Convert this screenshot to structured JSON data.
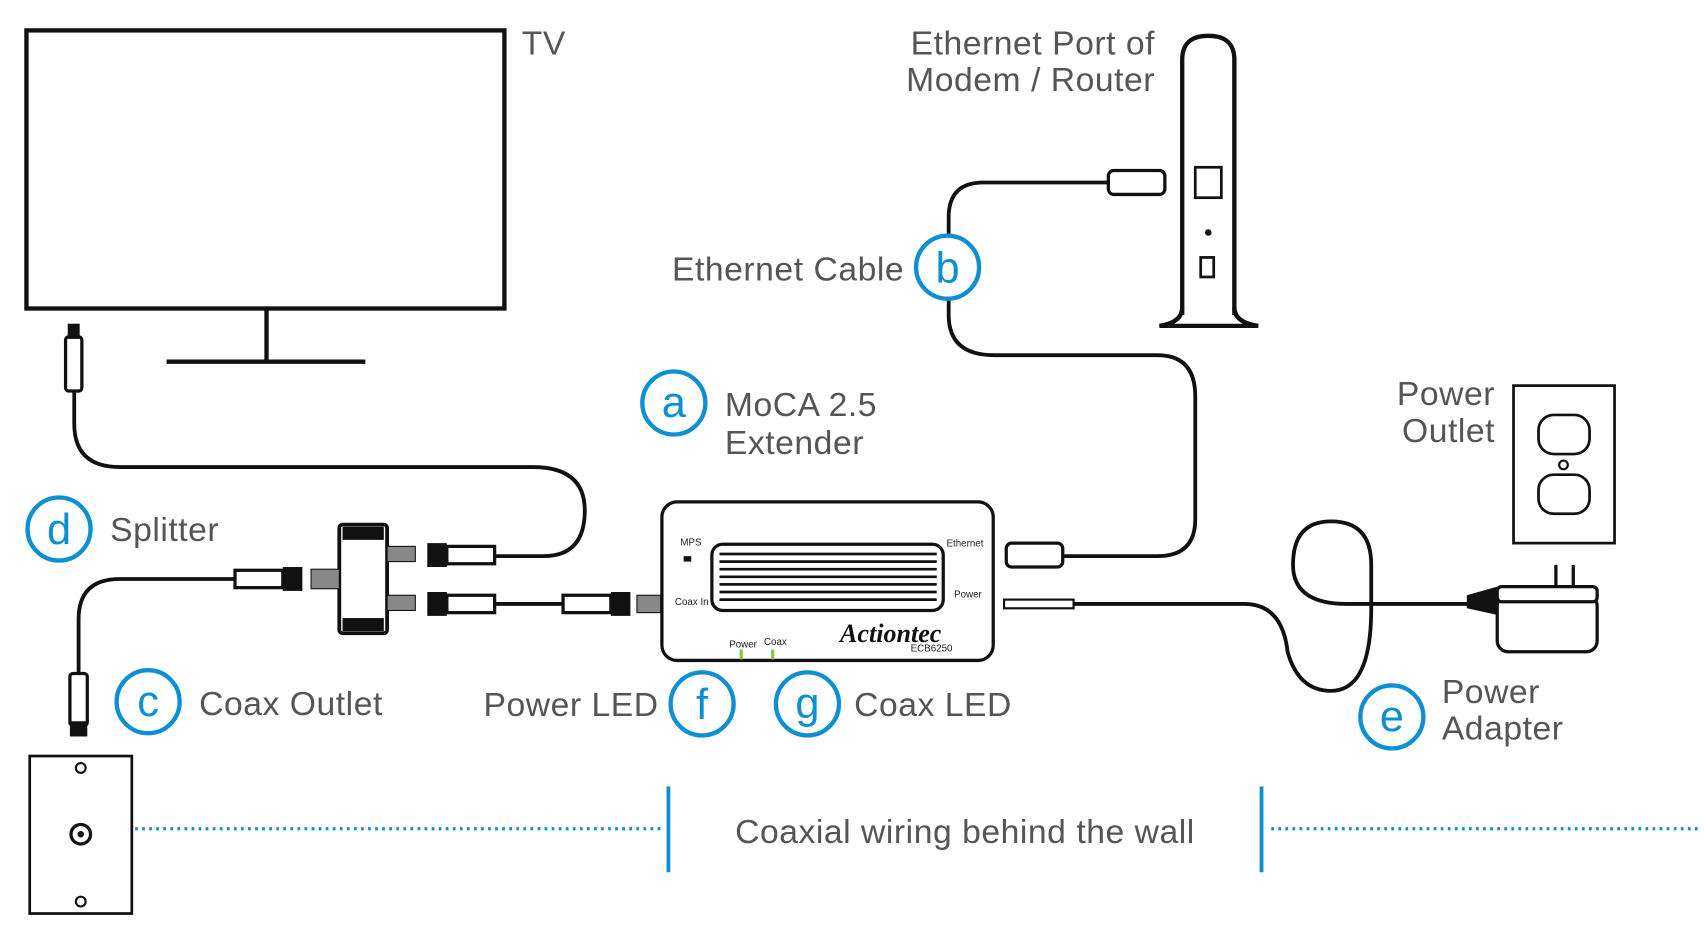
{
  "labels": {
    "tv": "TV",
    "modem_line1": "Ethernet Port of",
    "modem_line2": "Modem / Router",
    "ethernet_cable": "Ethernet Cable",
    "extender_line1": "MoCA 2.5",
    "extender_line2": "Extender",
    "outlet_line1": "Power",
    "outlet_line2": "Outlet",
    "splitter": "Splitter",
    "coax_outlet": "Coax Outlet",
    "power_led": "Power LED",
    "coax_led": "Coax LED",
    "adapter_line1": "Power",
    "adapter_line2": "Adapter",
    "wall": "Coaxial wiring behind the wall"
  },
  "badges": {
    "a": "a",
    "b": "b",
    "c": "c",
    "d": "d",
    "e": "e",
    "f": "f",
    "g": "g"
  },
  "device": {
    "mps": "MPS",
    "ethernet": "Ethernet",
    "coax_in": "Coax In",
    "power_port": "Power",
    "power_led": "Power",
    "coax_led": "Coax",
    "brand": "Actiontec",
    "model": "ECB6250"
  },
  "colors": {
    "accent": "#0e8fd3",
    "text": "#555555",
    "led": "#8cc63f"
  }
}
